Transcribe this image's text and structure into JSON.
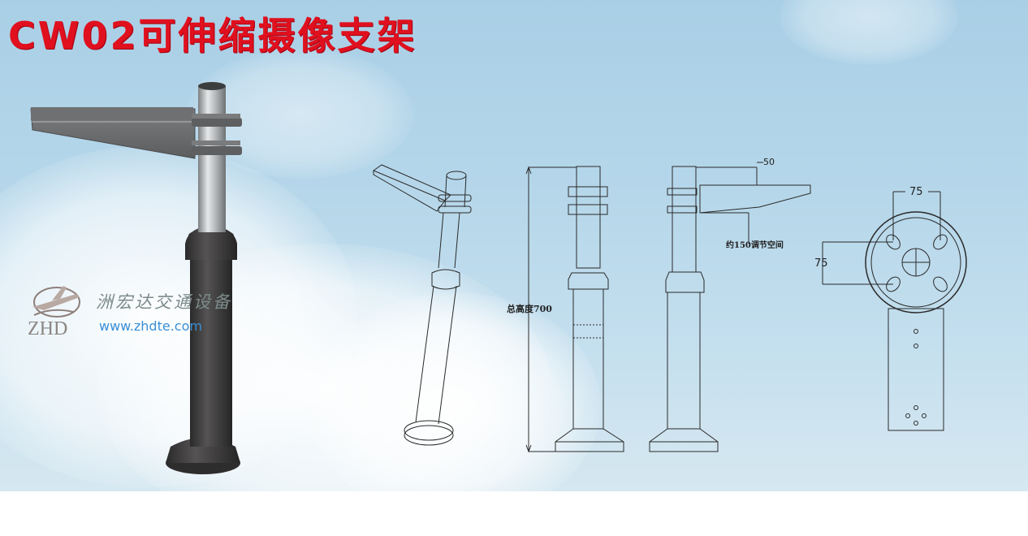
{
  "header": {
    "title": "CW02可伸缩摄像支架"
  },
  "brand": {
    "logo_abbr": "ZHD",
    "company_name": "洲宏达交通设备",
    "website": "www.zhdte.com"
  },
  "drawings": {
    "front_view": {
      "total_height_label": "总高度700"
    },
    "side_view": {
      "top_offset_label": "50",
      "adjust_range_label": "约150调节空间"
    },
    "top_view": {
      "hole_spacing_horizontal": "75",
      "hole_spacing_vertical": "75"
    }
  },
  "colors": {
    "title_red": "#e0101e",
    "sky_blue": "#b6d7ea",
    "url_blue": "#3a8fd6",
    "pole_dark": "#3b3a3a",
    "pole_silver": "#b4b6b8",
    "line_color": "#2a2a2a"
  }
}
